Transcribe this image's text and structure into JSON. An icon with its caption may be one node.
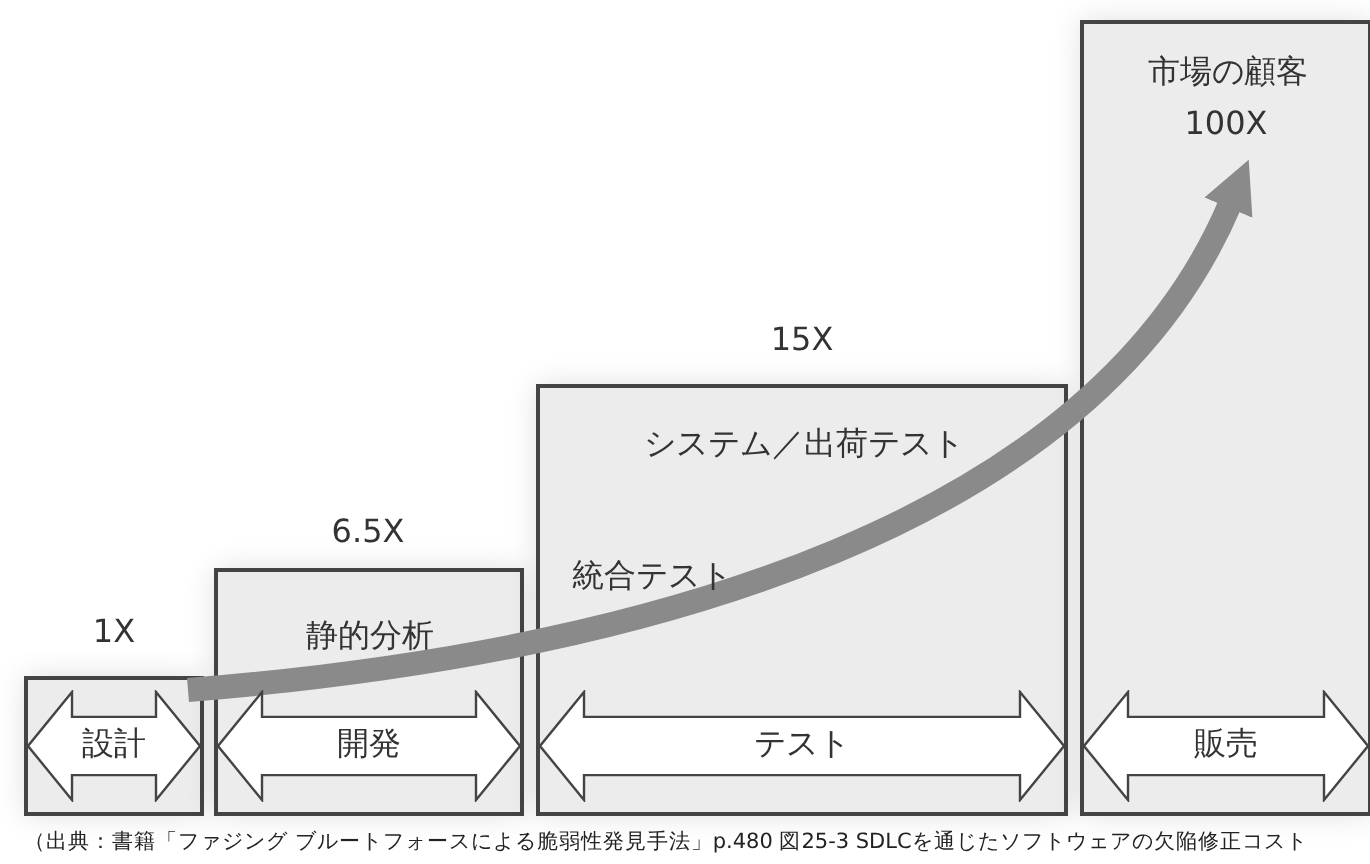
{
  "diagram": {
    "nodes": [
      {
        "text": [],
        "shape": "box",
        "beside": [
          "1X"
        ]
      },
      {
        "text": [
          "設計"
        ],
        "in": 0
      },
      {
        "text": [
          "静的分析"
        ],
        "beside": [
          "6.5X"
        ]
      },
      {
        "text": [
          "開発"
        ],
        "in": 2
      },
      {
        "text": [
          "システム／出荷テスト",
          "統合テスト"
        ],
        "beside": [
          "15X"
        ]
      },
      {
        "text": [
          "テスト"
        ],
        "in": 4
      },
      {
        "text": [
          "市場の顧客"
        ]
      },
      {
        "text": [
          "100X"
        ],
        "in": 6
      },
      {
        "text": [
          "販売"
        ],
        "in": 6
      }
    ],
    "edges": [
      {
        "from": 1,
        "to": 7,
        "arrow": "to"
      }
    ],
    "caption": "（出典：書籍「ファジング ブルートフォースによる脆弱性発見手法」p.480 図25-3 SDLCを通じたソフトウェアの欠陥修正コスト"
  }
}
